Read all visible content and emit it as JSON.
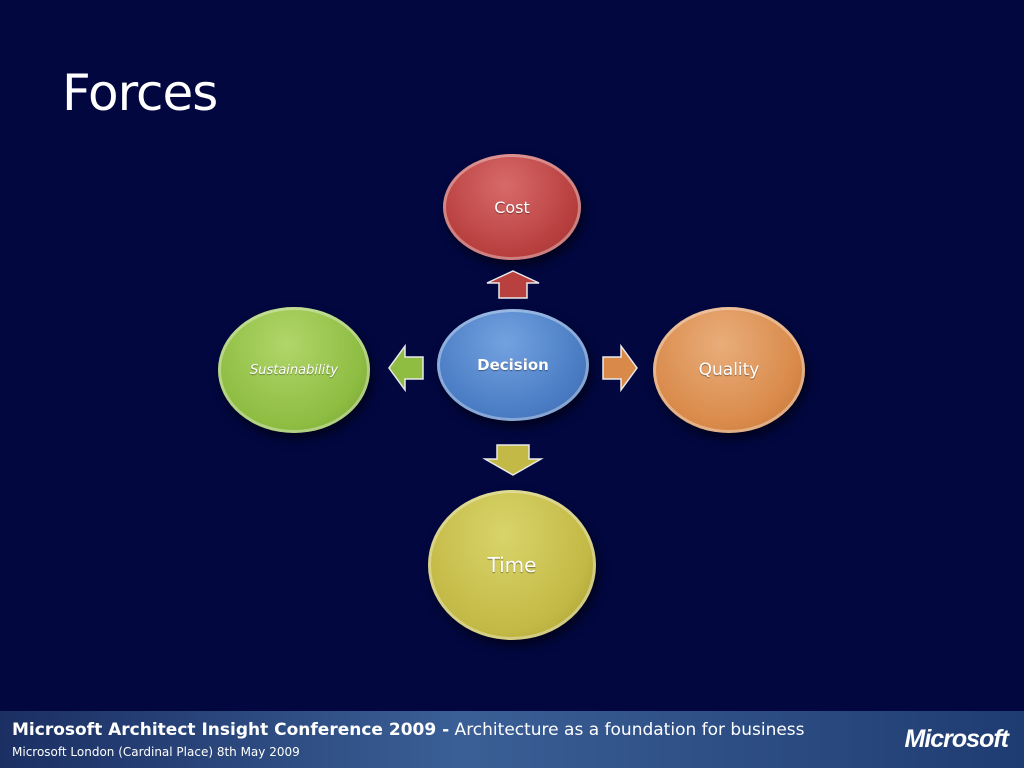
{
  "slide": {
    "title": "Forces"
  },
  "diagram": {
    "center": "Decision",
    "top": "Cost",
    "left": "Sustainability",
    "right": "Quality",
    "bottom": "Time",
    "colors": {
      "cost": "#b8403f",
      "decision": "#4a7cc4",
      "sustainability": "#8ebd42",
      "quality": "#d98a4a",
      "time": "#c3b946"
    }
  },
  "footer": {
    "conference": "Microsoft Architect Insight Conference 2009 -",
    "tagline": " Architecture as a foundation for business",
    "venue": "Microsoft London (Cardinal Place) 8th May 2009",
    "logo": "Microsoft"
  }
}
